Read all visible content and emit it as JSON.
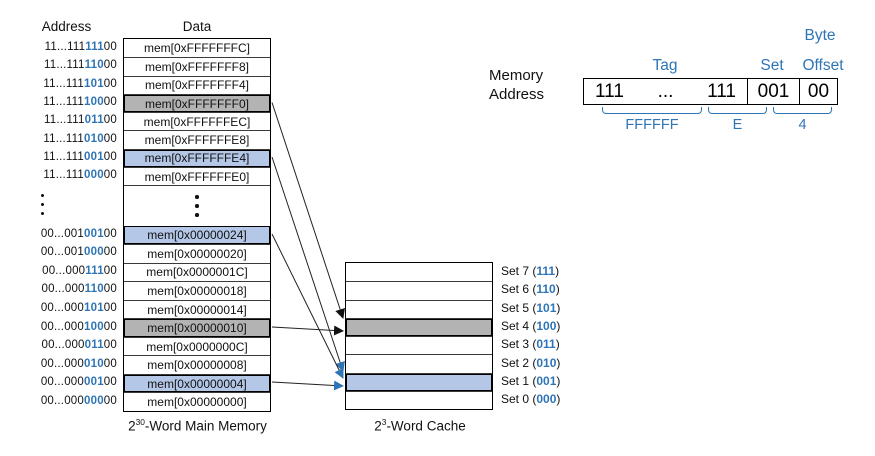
{
  "colors": {
    "blue_text": "#2E75B6",
    "blue_fill": "#B4C7E7",
    "gray_fill": "#B3B3B3"
  },
  "memory": {
    "headers": {
      "address": "Address",
      "data": "Data"
    },
    "caption": {
      "base": "2",
      "exponent": "30",
      "suffix": "-Word Main Memory"
    },
    "rows_top": [
      {
        "addr_pre": "11...111",
        "addr_set": "111",
        "addr_off": "00",
        "data": "mem[0xFFFFFFFC]",
        "highlight": "none"
      },
      {
        "addr_pre": "11...111",
        "addr_set": "110",
        "addr_off": "00",
        "data": "mem[0xFFFFFFF8]",
        "highlight": "none"
      },
      {
        "addr_pre": "11...111",
        "addr_set": "101",
        "addr_off": "00",
        "data": "mem[0xFFFFFFF4]",
        "highlight": "none"
      },
      {
        "addr_pre": "11...111",
        "addr_set": "100",
        "addr_off": "00",
        "data": "mem[0xFFFFFFF0]",
        "highlight": "gray"
      },
      {
        "addr_pre": "11...111",
        "addr_set": "011",
        "addr_off": "00",
        "data": "mem[0xFFFFFFEC]",
        "highlight": "none"
      },
      {
        "addr_pre": "11...111",
        "addr_set": "010",
        "addr_off": "00",
        "data": "mem[0xFFFFFFE8]",
        "highlight": "none"
      },
      {
        "addr_pre": "11...111",
        "addr_set": "001",
        "addr_off": "00",
        "data": "mem[0xFFFFFFE4]",
        "highlight": "blue"
      },
      {
        "addr_pre": "11...111",
        "addr_set": "000",
        "addr_off": "00",
        "data": "mem[0xFFFFFFE0]",
        "highlight": "none"
      }
    ],
    "rows_bottom": [
      {
        "addr_pre": "00...001",
        "addr_set": "001",
        "addr_off": "00",
        "data": "mem[0x00000024]",
        "highlight": "blue"
      },
      {
        "addr_pre": "00...001",
        "addr_set": "000",
        "addr_off": "00",
        "data": "mem[0x00000020]",
        "highlight": "none"
      },
      {
        "addr_pre": "00...000",
        "addr_set": "111",
        "addr_off": "00",
        "data": "mem[0x0000001C]",
        "highlight": "none"
      },
      {
        "addr_pre": "00...000",
        "addr_set": "110",
        "addr_off": "00",
        "data": "mem[0x00000018]",
        "highlight": "none"
      },
      {
        "addr_pre": "00...000",
        "addr_set": "101",
        "addr_off": "00",
        "data": "mem[0x00000014]",
        "highlight": "none"
      },
      {
        "addr_pre": "00...000",
        "addr_set": "100",
        "addr_off": "00",
        "data": "mem[0x00000010]",
        "highlight": "gray"
      },
      {
        "addr_pre": "00...000",
        "addr_set": "011",
        "addr_off": "00",
        "data": "mem[0x0000000C]",
        "highlight": "none"
      },
      {
        "addr_pre": "00...000",
        "addr_set": "010",
        "addr_off": "00",
        "data": "mem[0x00000008]",
        "highlight": "none"
      },
      {
        "addr_pre": "00...000",
        "addr_set": "001",
        "addr_off": "00",
        "data": "mem[0x00000004]",
        "highlight": "blue"
      },
      {
        "addr_pre": "00...000",
        "addr_set": "000",
        "addr_off": "00",
        "data": "mem[0x00000000]",
        "highlight": "none"
      }
    ]
  },
  "cache": {
    "caption": {
      "base": "2",
      "exponent": "3",
      "suffix": "-Word Cache"
    },
    "sets": [
      {
        "name": "Set 7",
        "bits": "111",
        "highlight": "none"
      },
      {
        "name": "Set 6",
        "bits": "110",
        "highlight": "none"
      },
      {
        "name": "Set 5",
        "bits": "101",
        "highlight": "none"
      },
      {
        "name": "Set 4",
        "bits": "100",
        "highlight": "gray"
      },
      {
        "name": "Set 3",
        "bits": "011",
        "highlight": "none"
      },
      {
        "name": "Set 2",
        "bits": "010",
        "highlight": "none"
      },
      {
        "name": "Set 1",
        "bits": "001",
        "highlight": "blue"
      },
      {
        "name": "Set 0",
        "bits": "000",
        "highlight": "none"
      }
    ]
  },
  "address_fields": {
    "label_line1": "Memory",
    "label_line2": "Address",
    "byte_label": "Byte",
    "tag_label": "Tag",
    "set_label": "Set",
    "offset_label": "Offset",
    "tag_left": "111",
    "tag_mid": "...",
    "tag_right": "111",
    "set_bits": "001",
    "offset_bits": "00",
    "hex_tag": "FFFFFF",
    "hex_mid": "E",
    "hex_off": "4"
  }
}
